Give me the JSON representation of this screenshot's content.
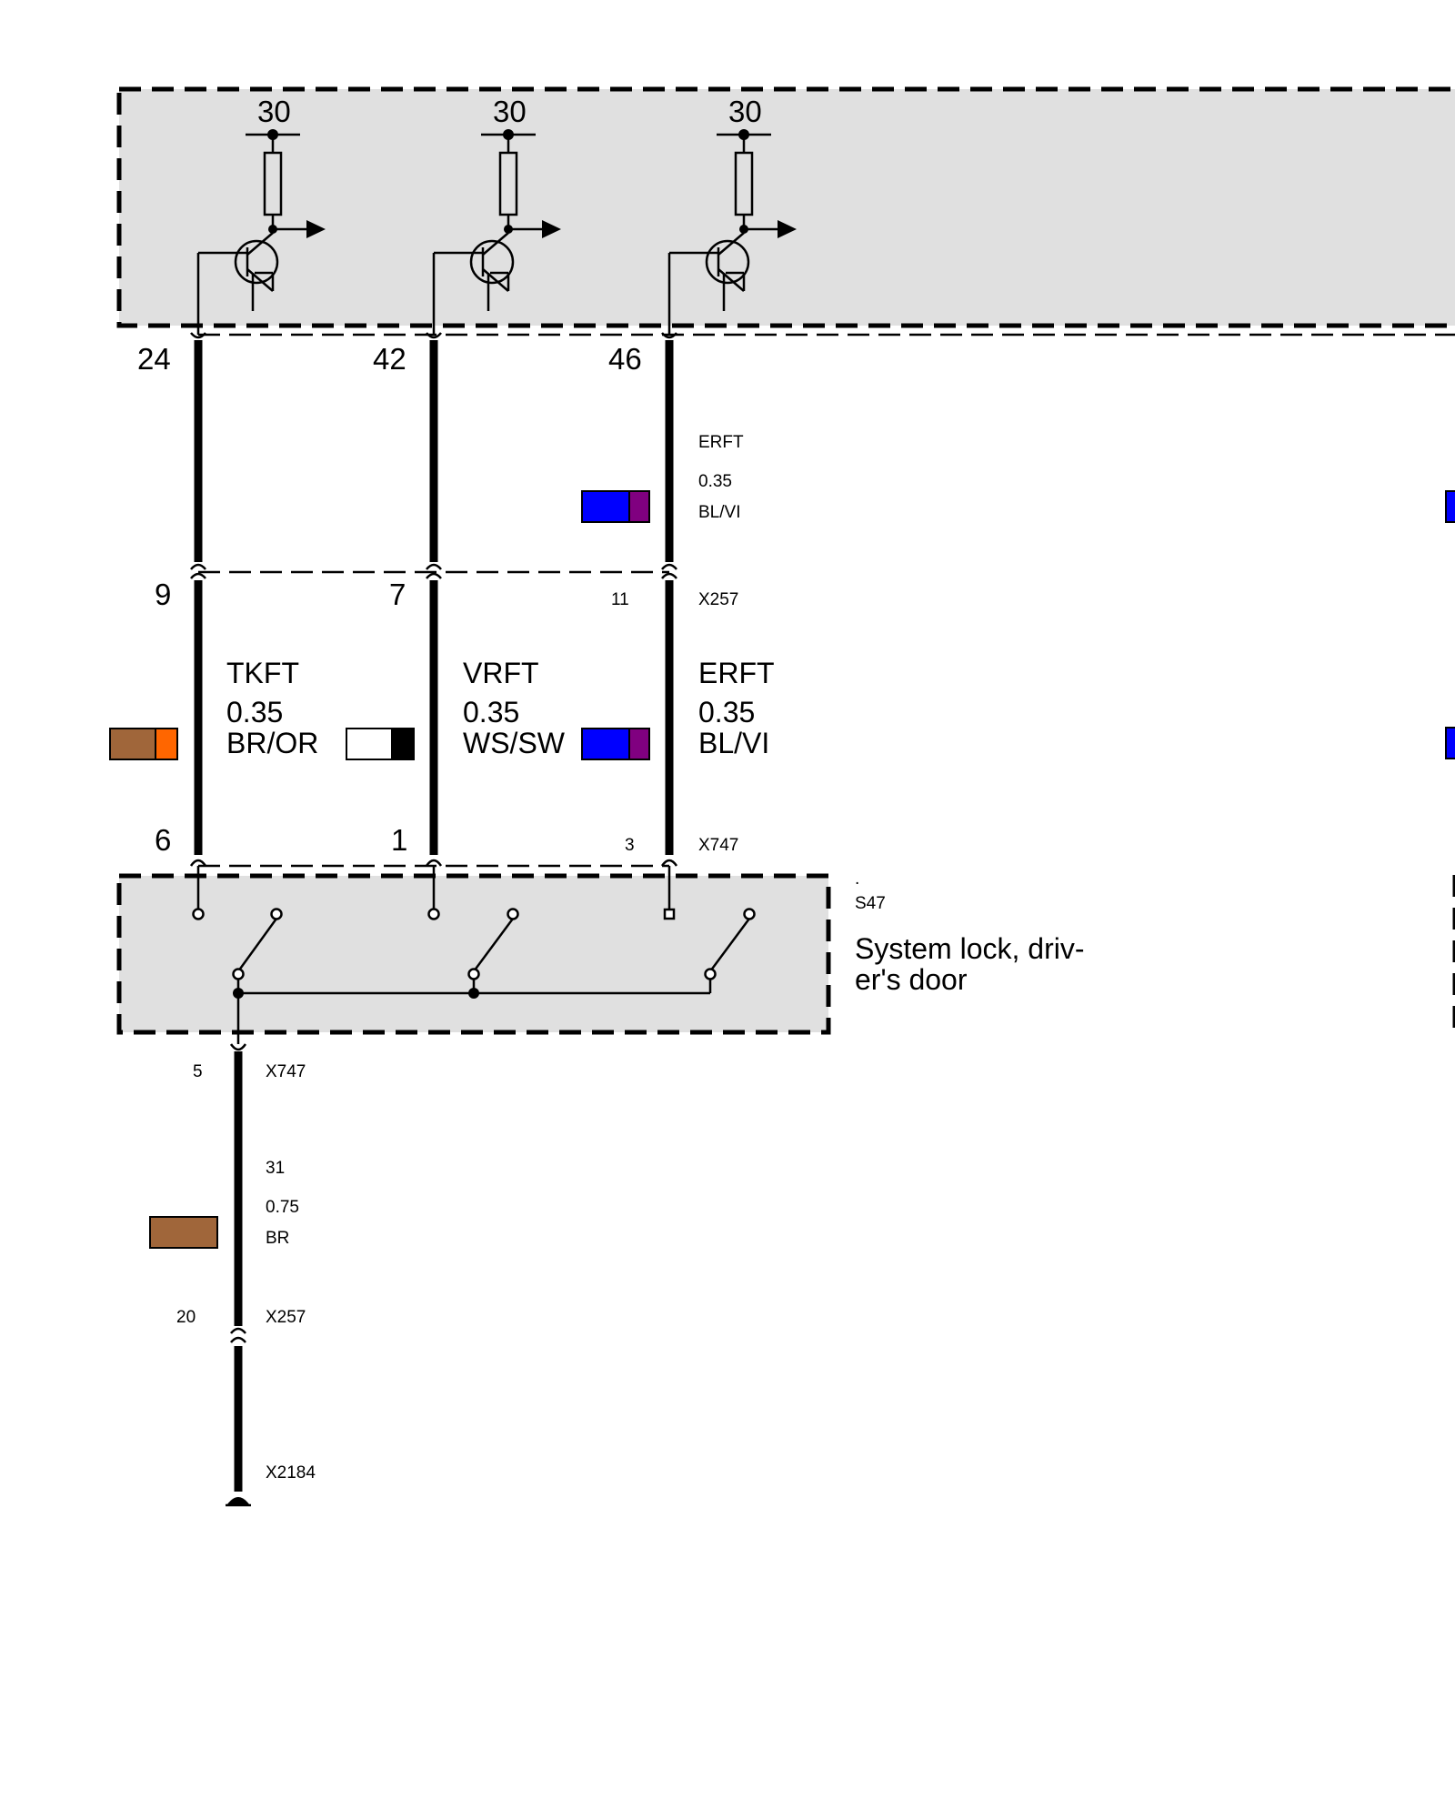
{
  "control_unit": {
    "supply_labels": [
      "30",
      "30",
      "30"
    ],
    "pins": [
      "24",
      "42",
      "46"
    ]
  },
  "wires": [
    {
      "code": "TKFT",
      "gauge": "0.35",
      "color_code": "BR/OR",
      "colors": [
        "#a0663a",
        "#ff6600"
      ],
      "pin_x257": "9",
      "pin_x747": "6"
    },
    {
      "code": "VRFT",
      "gauge": "0.35",
      "color_code": "WS/SW",
      "colors": [
        "#ffffff",
        "#000000"
      ],
      "pin_x257": "7",
      "pin_x747": "1"
    },
    {
      "code": "ERFT",
      "gauge": "0.35",
      "color_code": "BL/VI",
      "colors": [
        "#0000ff",
        "#800080"
      ],
      "pin_x257": "11",
      "pin_x747": "3"
    }
  ],
  "upper_wire": {
    "code": "ERFT",
    "gauge": "0.35",
    "color_code": "BL/VI"
  },
  "connectors": {
    "x257": "X257",
    "x747": "X747",
    "x747_lower": "X747",
    "x257_lower": "X257",
    "x2184": "X2184"
  },
  "switch": {
    "dot": ".",
    "id": "S47",
    "name_line1": "System lock, driv-",
    "name_line2": "er's door"
  },
  "ground_wire": {
    "pin_x747": "5",
    "code": "31",
    "gauge": "0.75",
    "color_code": "BR",
    "color": "#a0663a",
    "pin_x257": "20"
  },
  "accent_colors": {
    "module_fill": "#e0e0e0",
    "blue": "#0000ff",
    "violet": "#800080",
    "brown": "#a0663a",
    "orange": "#ff6600"
  }
}
